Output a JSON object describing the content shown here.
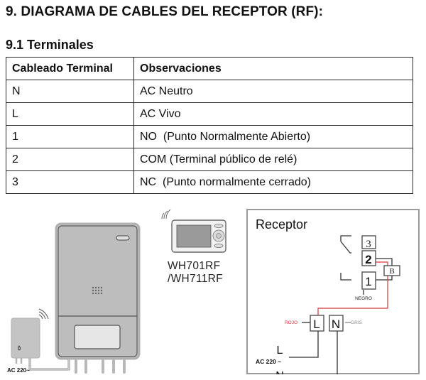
{
  "heading": "9. DIAGRAMA DE CABLES DEL RECEPTOR (RF):",
  "subheading": "9.1 Terminales",
  "table": {
    "headers": [
      "Cableado Terminal",
      "Observaciones"
    ],
    "rows": [
      [
        "N",
        "AC Neutro"
      ],
      [
        "L",
        "AC Vivo"
      ],
      [
        "1",
        "NO  (Punto Normalmente Abierto)"
      ],
      [
        "2",
        "COM (Terminal público de relé)"
      ],
      [
        "3",
        "NC  (Punto normalmente cerrado)"
      ]
    ]
  },
  "illustration": {
    "receiver_power_label": "AC 220~",
    "thermostat_models": [
      "WH701RF",
      "/WH711RF"
    ]
  },
  "diagram": {
    "title": "Receptor",
    "relay_terminals": [
      "3",
      "2",
      "1"
    ],
    "boiler_label": "B",
    "wire_black_label": "NEGRO",
    "wire_red_label": "ROJO",
    "wire_grey_label": "GRIS",
    "power_terminals": [
      "L",
      "N"
    ],
    "supply_label": "AC 220 ~",
    "supply_lines": [
      "L",
      "N"
    ],
    "colors": {
      "red_wire": "#d9363e",
      "grey_label": "#888888"
    }
  }
}
